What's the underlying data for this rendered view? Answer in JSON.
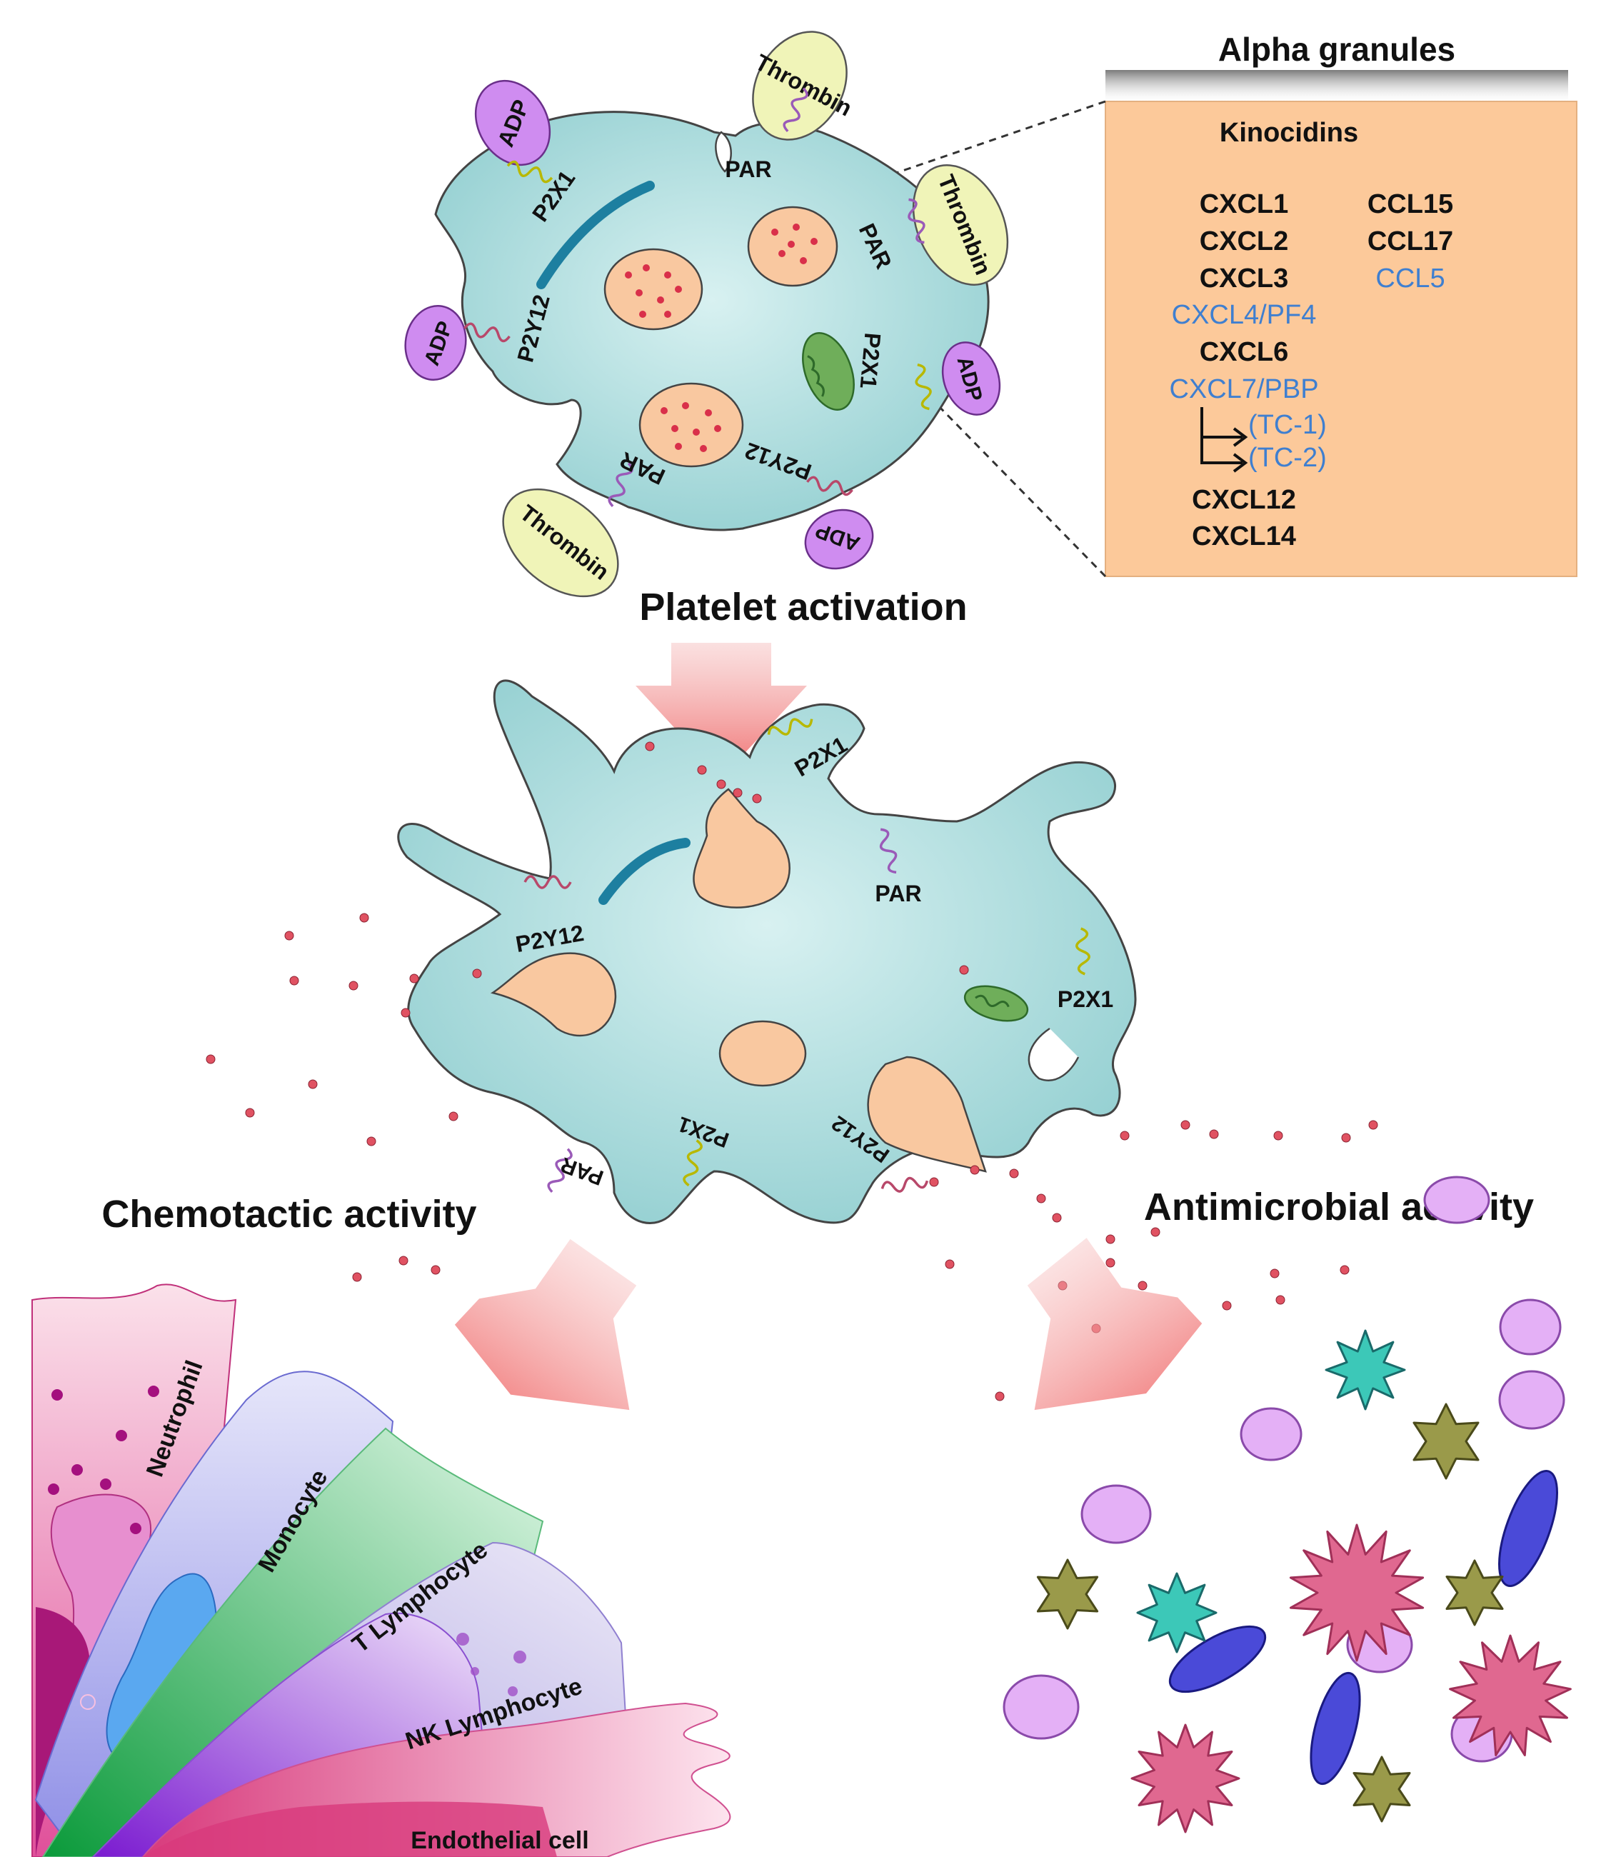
{
  "titles": {
    "alpha_granules": "Alpha granules",
    "platelet_activation": "Platelet activation",
    "chemotactic": "Chemotactic activity",
    "antimicrobial": "Antimicrobial activity"
  },
  "kinocidins": {
    "heading": "Kinocidins",
    "left": [
      {
        "text": "CXCL1",
        "color": "#111111"
      },
      {
        "text": "CXCL2",
        "color": "#111111"
      },
      {
        "text": "CXCL3",
        "color": "#111111"
      },
      {
        "text": "CXCL4/PF4",
        "color": "#3f7fd0"
      },
      {
        "text": "CXCL6",
        "color": "#111111"
      },
      {
        "text": "CXCL7/PBP",
        "color": "#3f7fd0"
      },
      {
        "text": "(TC-1)",
        "color": "#3f7fd0"
      },
      {
        "text": "(TC-2)",
        "color": "#3f7fd0"
      },
      {
        "text": "CXCL12",
        "color": "#111111"
      },
      {
        "text": "CXCL14",
        "color": "#111111"
      }
    ],
    "right": [
      {
        "text": "CCL15",
        "color": "#111111"
      },
      {
        "text": "CCL17",
        "color": "#111111"
      },
      {
        "text": "CCL5",
        "color": "#3f7fd0"
      }
    ]
  },
  "resting_platelet": {
    "receptors": [
      "ADP",
      "P2X1",
      "Thrombin",
      "PAR",
      "Thrombin",
      "PAR",
      "ADP",
      "P2Y12",
      "P2X1",
      "ADP",
      "PAR",
      "Thrombin",
      "P2Y12",
      "ADP"
    ]
  },
  "activated_platelet": {
    "receptors": [
      "P2X1",
      "PAR",
      "P2Y12",
      "P2X1",
      "PAR",
      "P2X1",
      "P2Y12"
    ]
  },
  "immune_cells": [
    "Neutrophil",
    "Monocyte",
    "T Lymphocyte",
    "NK Lymphocyte",
    "Endothelial cell"
  ],
  "colors": {
    "platelet": "#a9dcdc",
    "granule": "#f9c8a0",
    "granule_box": "#fcc99a",
    "arrow": "#f48a8a",
    "accent_blue": "#3f7fd0"
  }
}
